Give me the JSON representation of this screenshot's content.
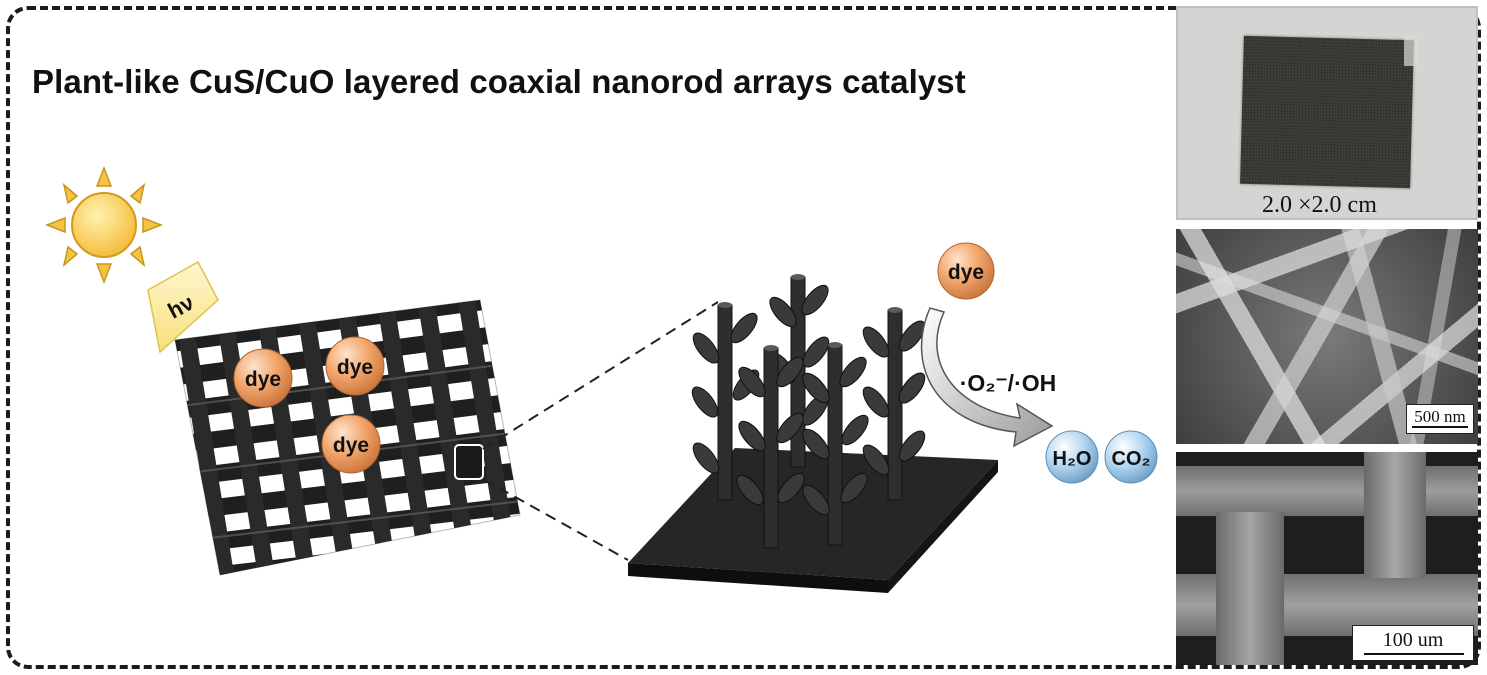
{
  "title": "Plant-like CuS/CuO layered coaxial nanorod arrays catalyst",
  "light_label": "hν",
  "dye_label": "dye",
  "radicals_label": "·O₂⁻/·OH",
  "products": [
    "H₂O",
    "CO₂"
  ],
  "photo_caption": "2.0 ×2.0 cm",
  "sem_scale_1": "500 nm",
  "sem_scale_2": "100 um",
  "colors": {
    "sun": "#f6c343",
    "dye": "#f0a062",
    "product": "#a9d0ef",
    "mesh": "#222222",
    "rod": "#2e2e2e"
  }
}
